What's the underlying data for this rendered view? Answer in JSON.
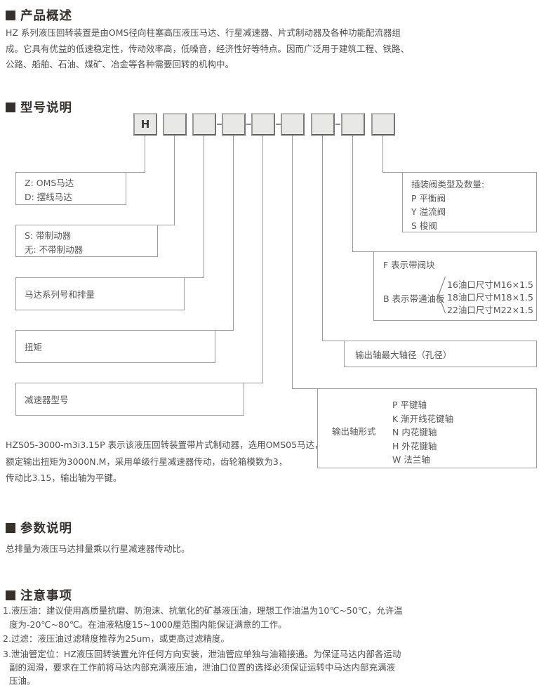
{
  "page": {
    "overview": {
      "heading": "产品概述",
      "lines": [
        "HZ 系列液压回转装置是由OMS径向柱塞高压液压马达、行星减速器、片式制动器及各种功能配流器组",
        "成。它具有优益的低速稳定性，传动效率高，低噪音，经济性好等特点。因而广泛用于建筑工程、铁路、",
        "公路、船舶、石油、煤矿、冶金等各种需要回转的机构中。"
      ]
    },
    "model": {
      "heading": "型号说明",
      "prefix": "H",
      "labels": {
        "motor_type_line1": "Z: OMS马达",
        "motor_type_line2": "D: 摆线马达",
        "brake_line1": "S: 带制动器",
        "brake_line2": "无: 不带制动器",
        "series": "马达系列号和排量",
        "torque": "扭矩",
        "reducer": "减速器型号",
        "valve_title": "插装阀类型及数量:",
        "valve_items": [
          "P 平衡阀",
          "Y 溢流阀",
          "S 梭阀"
        ],
        "block_f": "F 表示带阀块",
        "block_b": "B 表示带通油板",
        "block_ports": [
          "16油口尺寸M16×1.5",
          "18油口尺寸M18×1.5",
          "22油口尺寸M22×1.5"
        ],
        "shaft_dia": "输出轴最大轴径（孔径）",
        "shaft_form_title": "输出轴形式",
        "shaft_form_items": [
          "P 平键轴",
          "K 渐开线花键轴",
          "N 内花键轴",
          "H 外花键轴",
          "W 法兰轴"
        ]
      },
      "example_lines": [
        "HZS05-3000-m3i3.15P 表示该液压回转装置带片式制动器，选用OMS05马达，",
        "额定输出扭矩为3000N.M，采用单级行星减速器传动，齿轮箱模数为3，",
        "传动比3.15，输出轴为平键。"
      ]
    },
    "params": {
      "heading": "参数说明",
      "body": "总排量为液压马达排量乘以行星减速器传动比。"
    },
    "notes": {
      "heading": "注意事项",
      "lines": [
        {
          "text": "1.液压油：建议使用高质量抗磨、防泡沫、抗氧化的矿基液压油，理想工作油温为10℃~50℃，允许温"
        },
        {
          "text": "度为-20℃~80℃。在油液粘度15~1000厘范围内能保证满意的工作。"
        },
        {
          "text": "2.过滤：液压油过滤精度推荐为25um，或更高过滤精度。"
        },
        {
          "text": "3.泄油管定位：HZ液压回转装置允许任何方向安装，泄油管应单独与油箱接通。为保证马达内部各运动"
        },
        {
          "text": "副的润滑，要求在工作前将马达内部充满液压油，泄油口位置的选择必须保证运转中马达内部充满液"
        },
        {
          "text": "压油。"
        }
      ]
    },
    "colors": {
      "heading_text": "#36302d",
      "body_text": "#4f4f4f",
      "box_fill": "#e8e8e7",
      "line_gray": "#9b9b9b"
    }
  }
}
